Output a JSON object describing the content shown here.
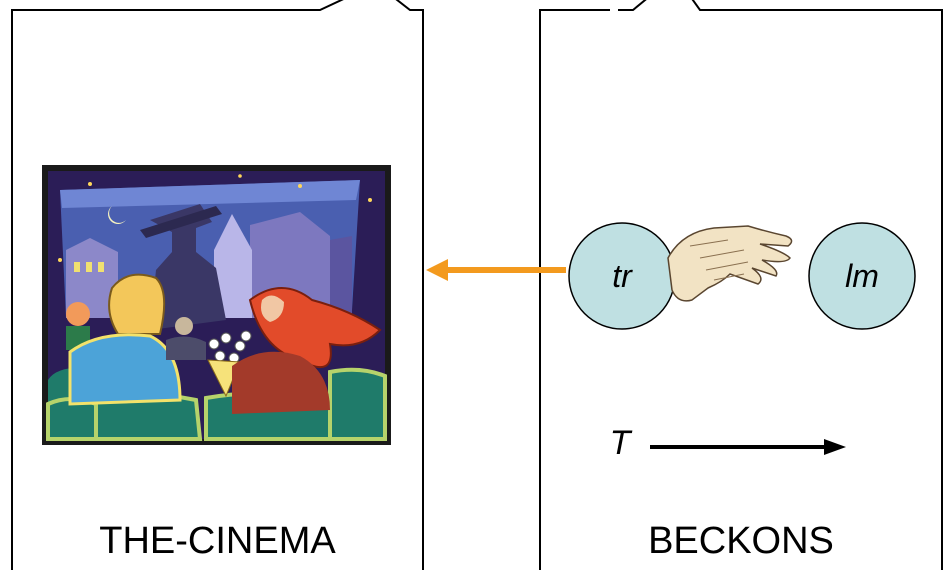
{
  "left_panel": {
    "title": "THE-CINEMA",
    "illustration": "cinema-audience-clipart"
  },
  "right_panel": {
    "title": "BECKONS",
    "trajector": "tr",
    "landmark": "lm",
    "gesture": "beckoning-hand-icon",
    "time_axis": "T"
  },
  "colors": {
    "arrow": "#f39a1e",
    "circle_fill": "#bfe0e2",
    "frame_border": "#111111"
  }
}
